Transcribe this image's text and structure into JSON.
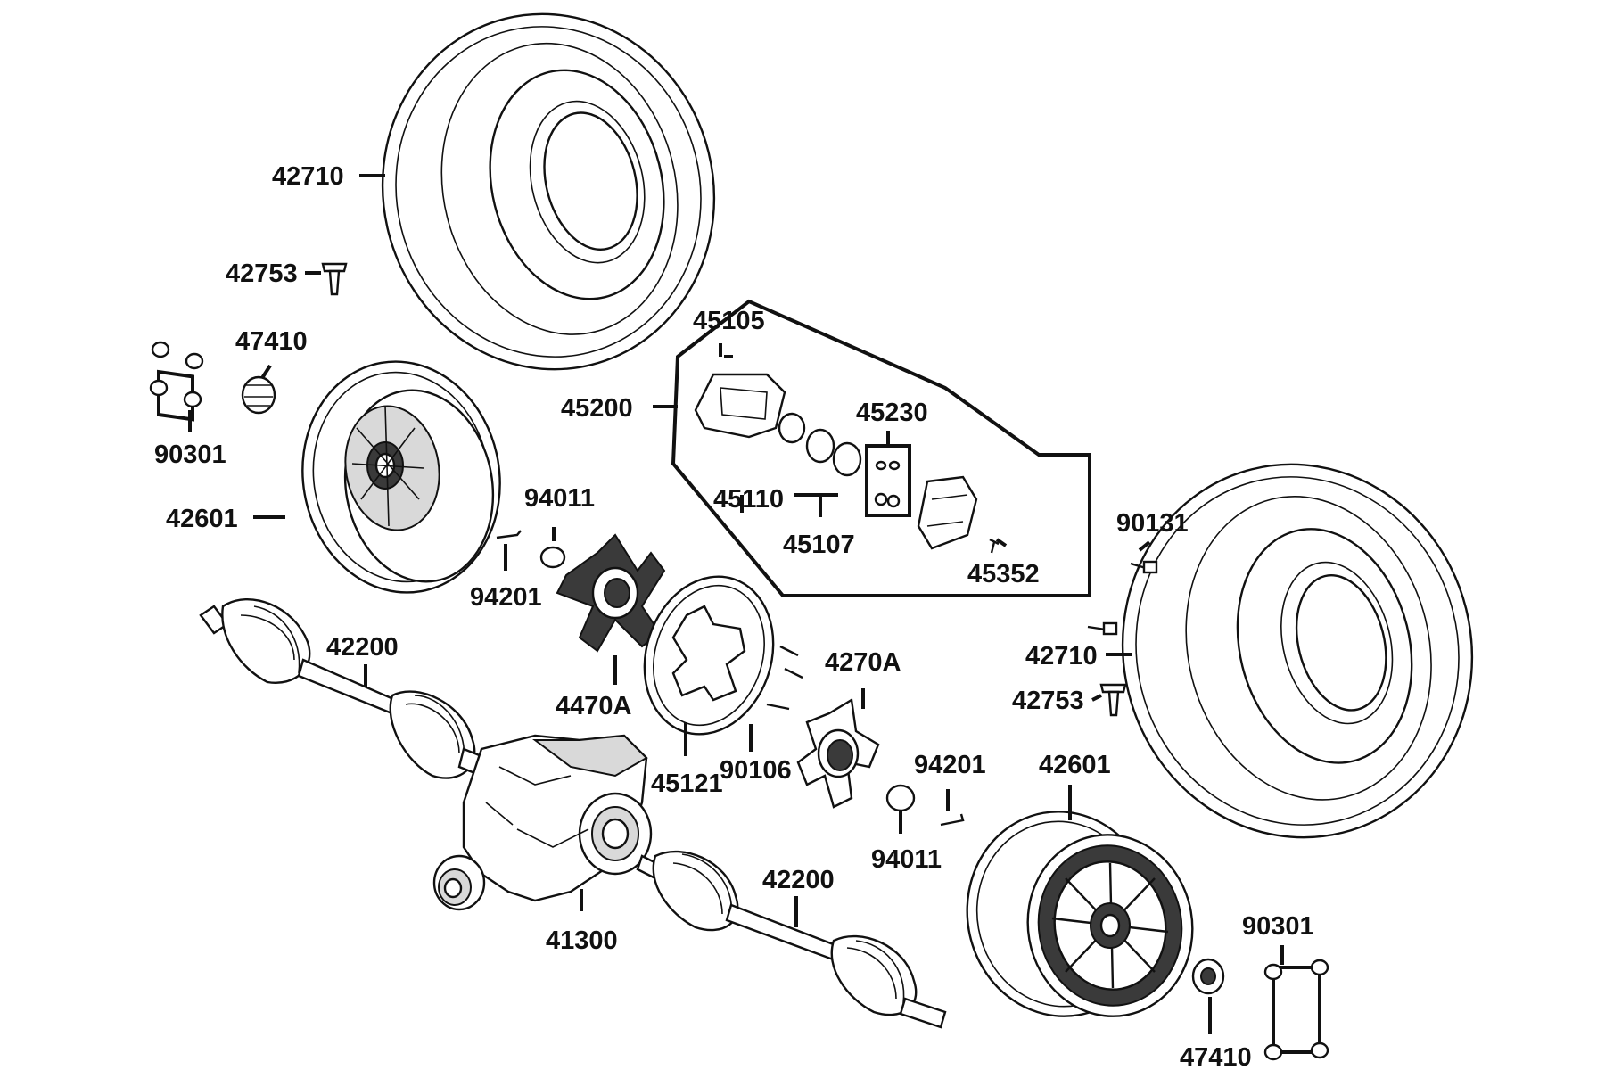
{
  "diagram": {
    "labels": {
      "tire_left": "42710",
      "valve_left": "42753",
      "nut_left": "47410",
      "studs_left": "90301",
      "rim_left": "42601",
      "nut_94011_left": "94011",
      "pin_94201_left": "94201",
      "axle_left": "42200",
      "hub_left": "4470A",
      "disc": "45121",
      "bolts_90106": "90106",
      "hub_right": "4270A",
      "nut_94011_right": "94011",
      "pin_94201_right": "94201",
      "differential": "41300",
      "axle_right": "42200",
      "caliper_assy": "45200",
      "bracket": "45105",
      "bracket_pins": "45110",
      "piston_seals": "45107",
      "pads": "45230",
      "bleeder": "45352",
      "bolts_90131": "90131",
      "tire_right": "42710",
      "valve_right": "42753",
      "rim_right": "42601",
      "studs_right": "90301",
      "nut_right": "47410"
    }
  }
}
